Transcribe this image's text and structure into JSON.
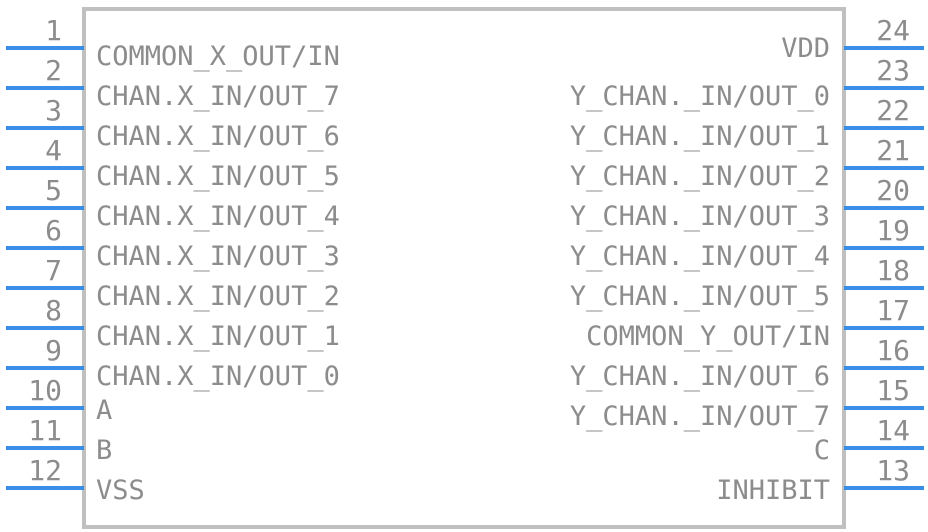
{
  "component": {
    "body_fill": "#ffffff",
    "body_stroke": "#c0c0c0",
    "pin_color": "#3a8ee6",
    "text_color": "#8c8c8c"
  },
  "left_pins": [
    {
      "number": "1",
      "name": "COMMON_X_OUT/IN"
    },
    {
      "number": "2",
      "name": "CHAN.X_IN/OUT_7"
    },
    {
      "number": "3",
      "name": "CHAN.X_IN/OUT_6"
    },
    {
      "number": "4",
      "name": "CHAN.X_IN/OUT_5"
    },
    {
      "number": "5",
      "name": "CHAN.X_IN/OUT_4"
    },
    {
      "number": "6",
      "name": "CHAN.X_IN/OUT_3"
    },
    {
      "number": "7",
      "name": "CHAN.X_IN/OUT_2"
    },
    {
      "number": "8",
      "name": "CHAN.X_IN/OUT_1"
    },
    {
      "number": "9",
      "name": "CHAN.X_IN/OUT_0"
    },
    {
      "number": "10",
      "name": "A"
    },
    {
      "number": "11",
      "name": "B"
    },
    {
      "number": "12",
      "name": "VSS"
    }
  ],
  "right_pins": [
    {
      "number": "24",
      "name": "VDD"
    },
    {
      "number": "23",
      "name": "Y_CHAN._IN/OUT_0"
    },
    {
      "number": "22",
      "name": "Y_CHAN._IN/OUT_1"
    },
    {
      "number": "21",
      "name": "Y_CHAN._IN/OUT_2"
    },
    {
      "number": "20",
      "name": "Y_CHAN._IN/OUT_3"
    },
    {
      "number": "19",
      "name": "Y_CHAN._IN/OUT_4"
    },
    {
      "number": "18",
      "name": "Y_CHAN._IN/OUT_5"
    },
    {
      "number": "17",
      "name": "COMMON_Y_OUT/IN"
    },
    {
      "number": "16",
      "name": "Y_CHAN._IN/OUT_6"
    },
    {
      "number": "15",
      "name": "Y_CHAN._IN/OUT_7"
    },
    {
      "number": "14",
      "name": "C"
    },
    {
      "number": "13",
      "name": "INHIBIT"
    }
  ]
}
